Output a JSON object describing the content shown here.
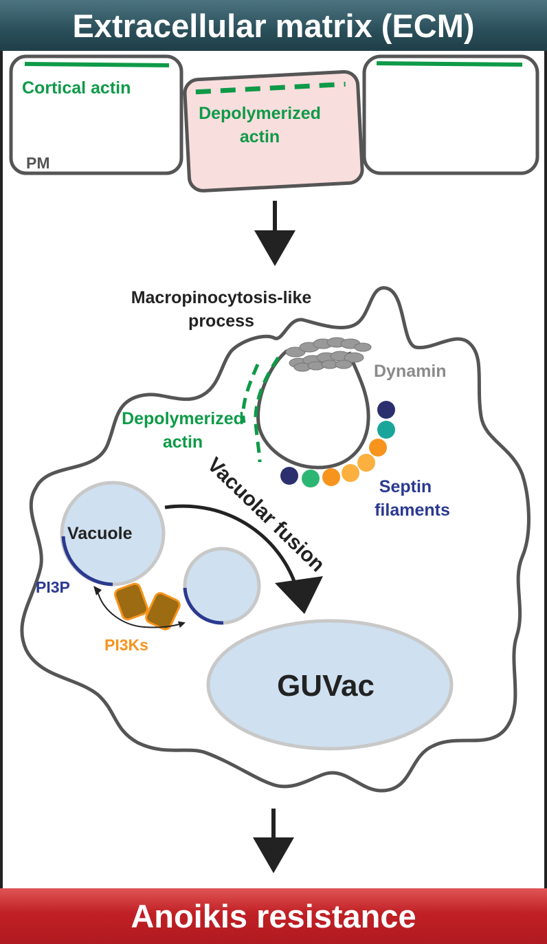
{
  "header": {
    "title": "Extracellular matrix (ECM)"
  },
  "footer": {
    "title": "Anoikis resistance"
  },
  "cells_top": {
    "cortical_actin_label": "Cortical actin",
    "pm_label": "PM",
    "depolymerized_actin_label_line1": "Depolymerized",
    "depolymerized_actin_label_line2": "actin"
  },
  "cell": {
    "macropinocytosis_line1": "Macropinocytosis-like",
    "macropinocytosis_line2": "process",
    "dynamin_label": "Dynamin",
    "depolymerized_actin_line1": "Depolymerized",
    "depolymerized_actin_line2": "actin",
    "septin_line1": "Septin",
    "septin_line2": "filaments",
    "vacuolar_fusion_label": "Vacuolar fusion",
    "vacuole_label": "Vacuole",
    "pi3p_label": "PI3P",
    "pi3ks_label": "PI3Ks",
    "guvac_label": "GUVac"
  },
  "colors": {
    "actin_green": "#0e9a48",
    "pm_gray": "#555555",
    "septin_blue": "#2b3990",
    "pi3k_orange": "#f7941d",
    "vacuole_fill": "#cfe0f0",
    "depolymerized_cell_fill": "#f9dede"
  }
}
